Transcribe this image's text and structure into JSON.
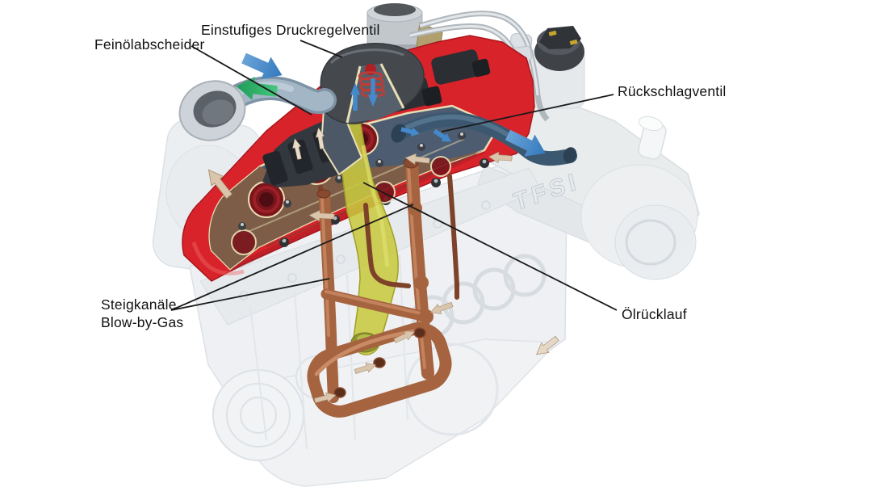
{
  "figure": {
    "engine_badge": "TFSI",
    "labels": {
      "fine_oil_separator": "Feinölabscheider",
      "pressure_regulating_valve": "Einstufiges Druckregelventil",
      "check_valve": "Rückschlagventil",
      "riser_channels_line1": "Steigkanäle",
      "riser_channels_line2": "Blow-by-Gas",
      "oil_return": "Ölrücklauf"
    },
    "colors": {
      "highlight_cover_red": "#d8232a",
      "interior_brown": "#7d5d48",
      "riser_channel_copper": "#a5643f",
      "oil_return_yellow": "#c8c840",
      "blow_by_gas_arrow_blue": "#4489cc",
      "fresh_air_arrow_green": "#2bae67",
      "oil_mist_arrow_tan": "#d9c4ac",
      "leader_line": "#1a1a1a",
      "ghost_engine_gray": "#edeff1"
    }
  }
}
